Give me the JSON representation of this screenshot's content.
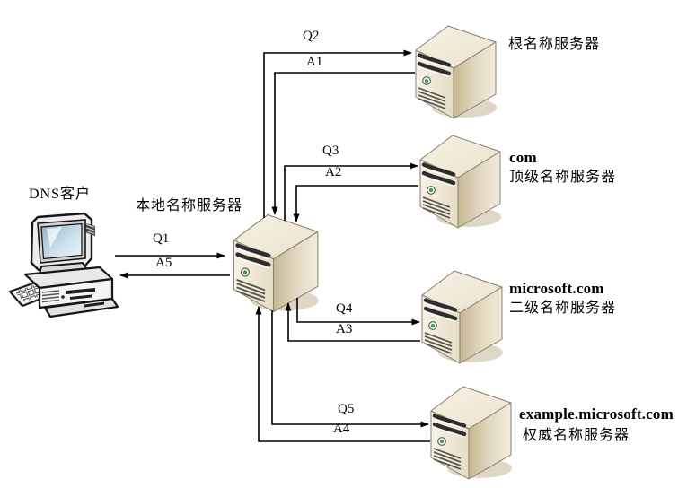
{
  "client": {
    "label": "DNS客户"
  },
  "local_server": {
    "label": "本地名称服务器"
  },
  "servers": {
    "root": {
      "role": "根名称服务器"
    },
    "com": {
      "name": "com",
      "role": "顶级名称服务器"
    },
    "microsoft": {
      "name": "microsoft.com",
      "role": "二级名称服务器"
    },
    "example": {
      "name": "example.microsoft.com",
      "role": "权威名称服务器"
    }
  },
  "messages": {
    "q1": "Q1",
    "a1": "A1",
    "q2": "Q2",
    "a2": "A2",
    "q3": "Q3",
    "a3": "A3",
    "q4": "Q4",
    "a4": "A4",
    "q5": "Q5",
    "a5": "A5"
  },
  "colors": {
    "background": "#ffffff",
    "line": "#000000",
    "server_front": "#efe8d6",
    "server_side": "#d3c6a4",
    "server_top": "#f3eedf",
    "led_green": "#2f9e44",
    "outline": "#86806e",
    "shadow": "#ddd7c6"
  }
}
